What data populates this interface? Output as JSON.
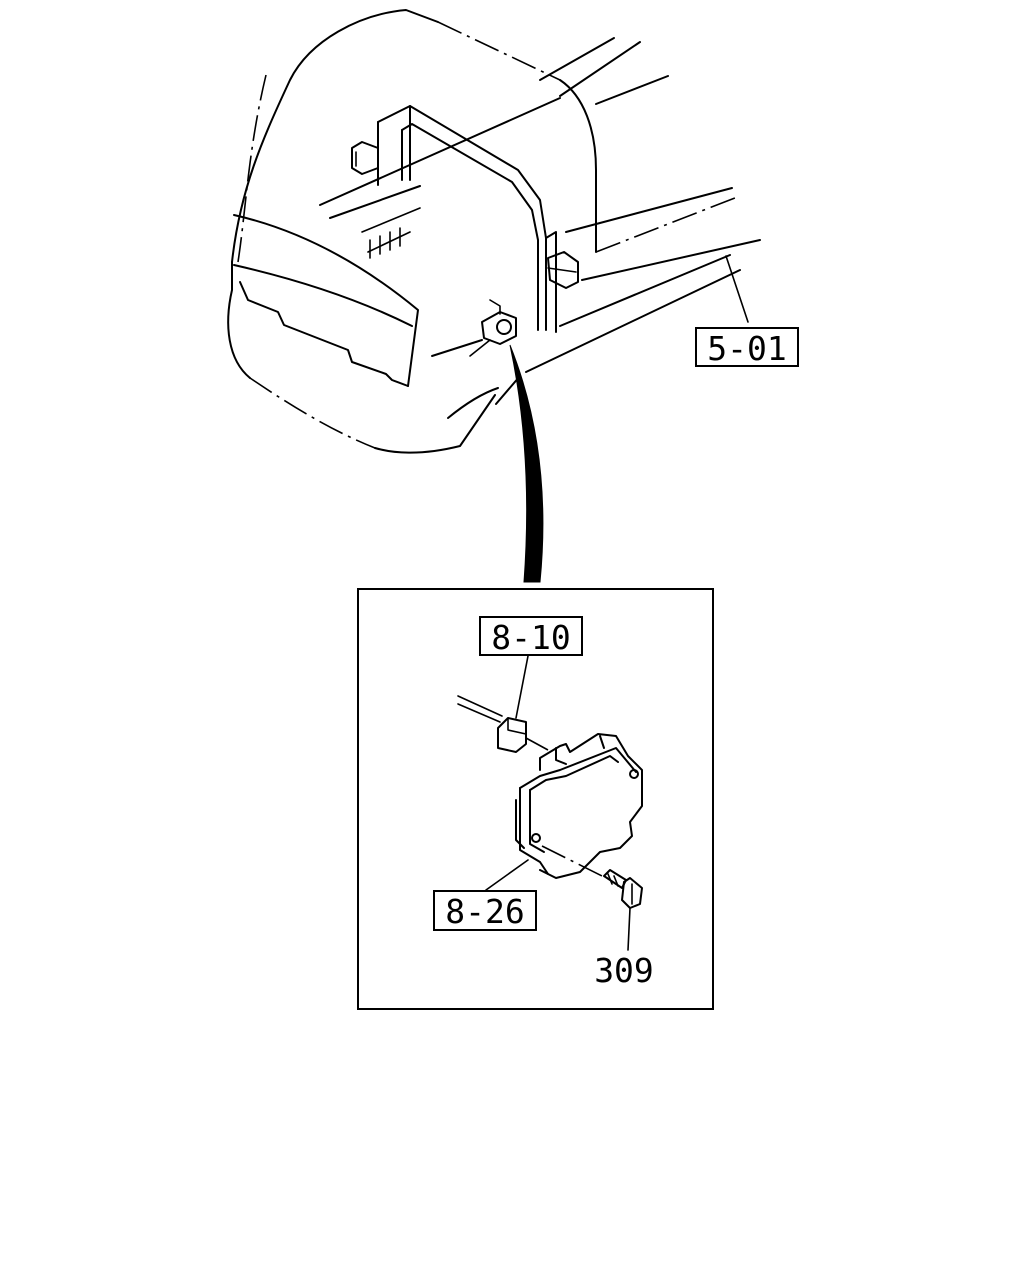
{
  "callouts": {
    "frame_ref": "5-01",
    "connector_ref": "8-10",
    "unit_ref": "8-26",
    "bolt_ref": "309"
  }
}
